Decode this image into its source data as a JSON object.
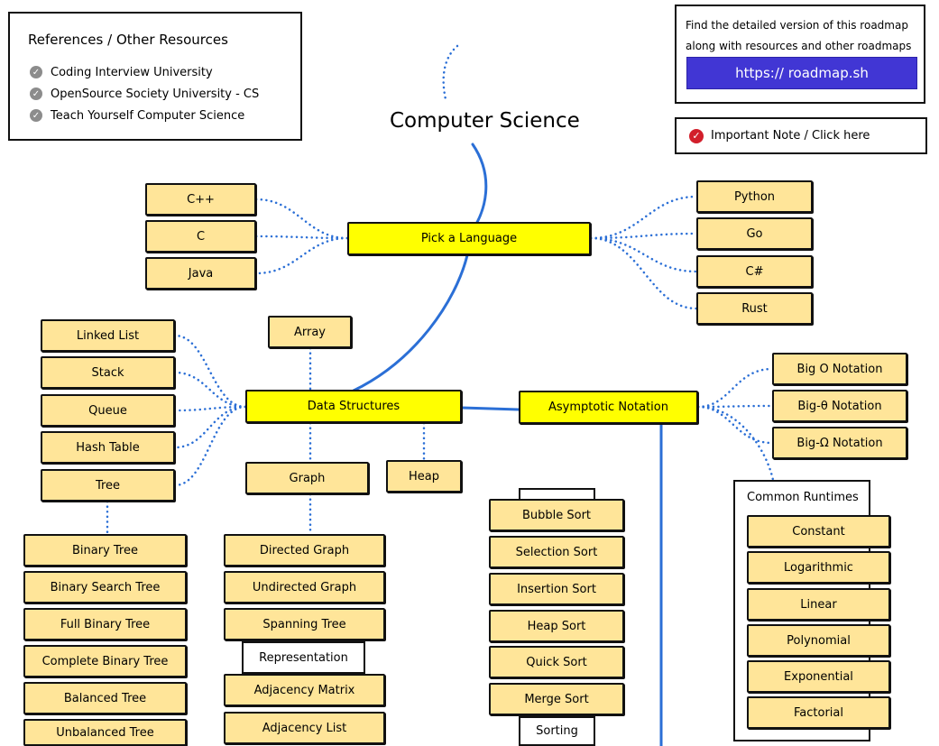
{
  "title": "Computer Science",
  "references": {
    "heading": "References / Other Resources",
    "items": [
      "Coding Interview University",
      "OpenSource Society University - CS",
      "Teach Yourself Computer Science"
    ]
  },
  "info": {
    "line1": "Find the detailed version of this roadmap",
    "line2": "along with resources and other roadmaps",
    "url": "https:// roadmap.sh"
  },
  "note": {
    "label": "Important Note / Click here"
  },
  "pick_language": {
    "hub": "Pick a Language",
    "left": [
      "C++",
      "C",
      "Java"
    ],
    "right": [
      "Python",
      "Go",
      "C#",
      "Rust"
    ]
  },
  "data_structures": {
    "hub": "Data Structures",
    "left": [
      "Linked List",
      "Stack",
      "Queue",
      "Hash Table",
      "Tree"
    ],
    "array": "Array",
    "graph": "Graph",
    "heap": "Heap"
  },
  "tree": [
    "Binary Tree",
    "Binary Search Tree",
    "Full Binary Tree",
    "Complete Binary Tree",
    "Balanced Tree",
    "Unbalanced Tree"
  ],
  "graph": {
    "items": [
      "Directed Graph",
      "Undirected Graph",
      "Spanning Tree"
    ],
    "representation_label": "Representation",
    "representation": [
      "Adjacency Matrix",
      "Adjacency List"
    ]
  },
  "asymptotic": {
    "hub": "Asymptotic Notation",
    "notations": [
      "Big O Notation",
      "Big-θ Notation",
      "Big-Ω Notation"
    ],
    "runtimes_label": "Common Runtimes",
    "runtimes": [
      "Constant",
      "Logarithmic",
      "Linear",
      "Polynomial",
      "Exponential",
      "Factorial"
    ]
  },
  "sorting": {
    "items": [
      "Bubble Sort",
      "Selection Sort",
      "Insertion Sort",
      "Heap Sort",
      "Quick Sort",
      "Merge Sort"
    ],
    "label": "Sorting"
  },
  "colors": {
    "node": "#ffe599",
    "hub": "#ffff00",
    "link": "#2b6fd6",
    "button": "#4136d4",
    "check_red": "#d21f2b"
  }
}
